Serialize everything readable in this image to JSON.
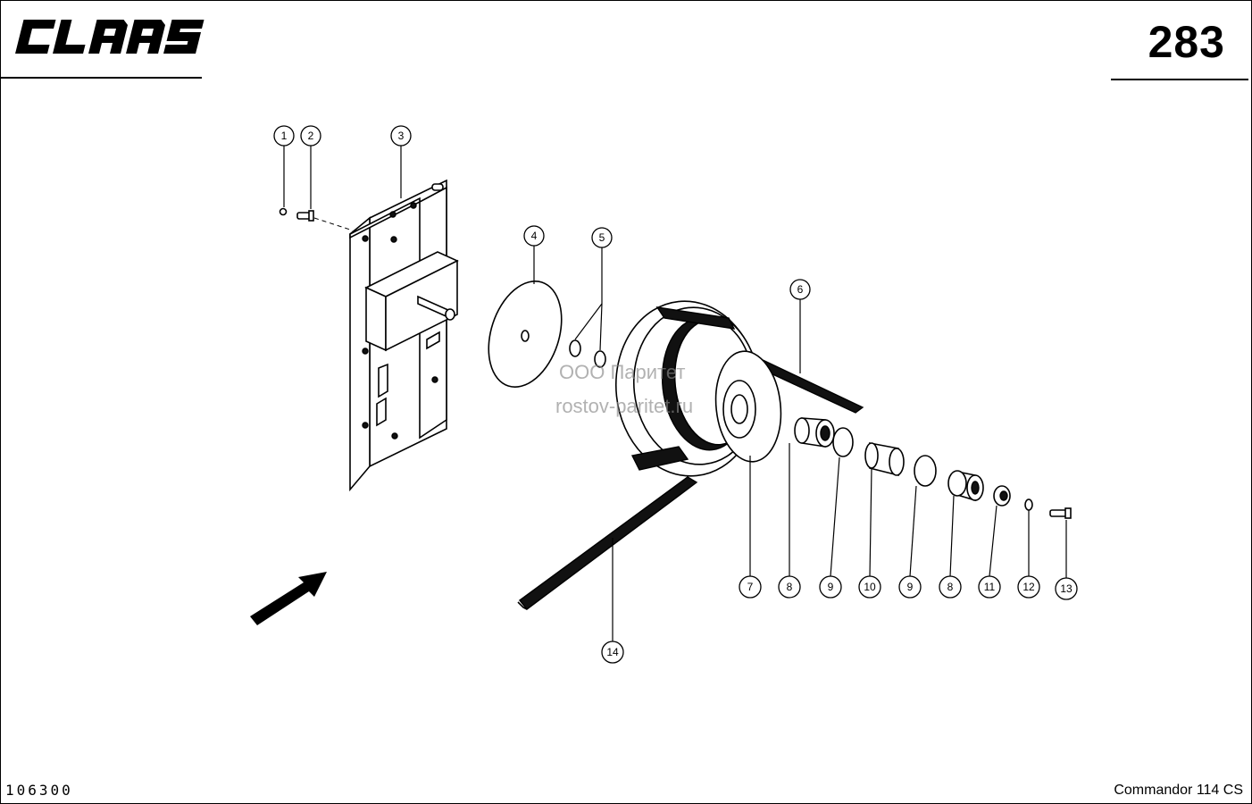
{
  "header": {
    "brand": "CLAAS",
    "page_number": "283"
  },
  "footer": {
    "doc_code": "106300",
    "model": "Commandor 114 CS"
  },
  "watermark": {
    "line1": "ООО Паритет",
    "line2": "rostov-paritet.ru"
  },
  "callouts": [
    "1",
    "2",
    "3",
    "4",
    "5",
    "6",
    "7",
    "8",
    "9",
    "10",
    "9",
    "8",
    "11",
    "12",
    "13",
    "14"
  ]
}
